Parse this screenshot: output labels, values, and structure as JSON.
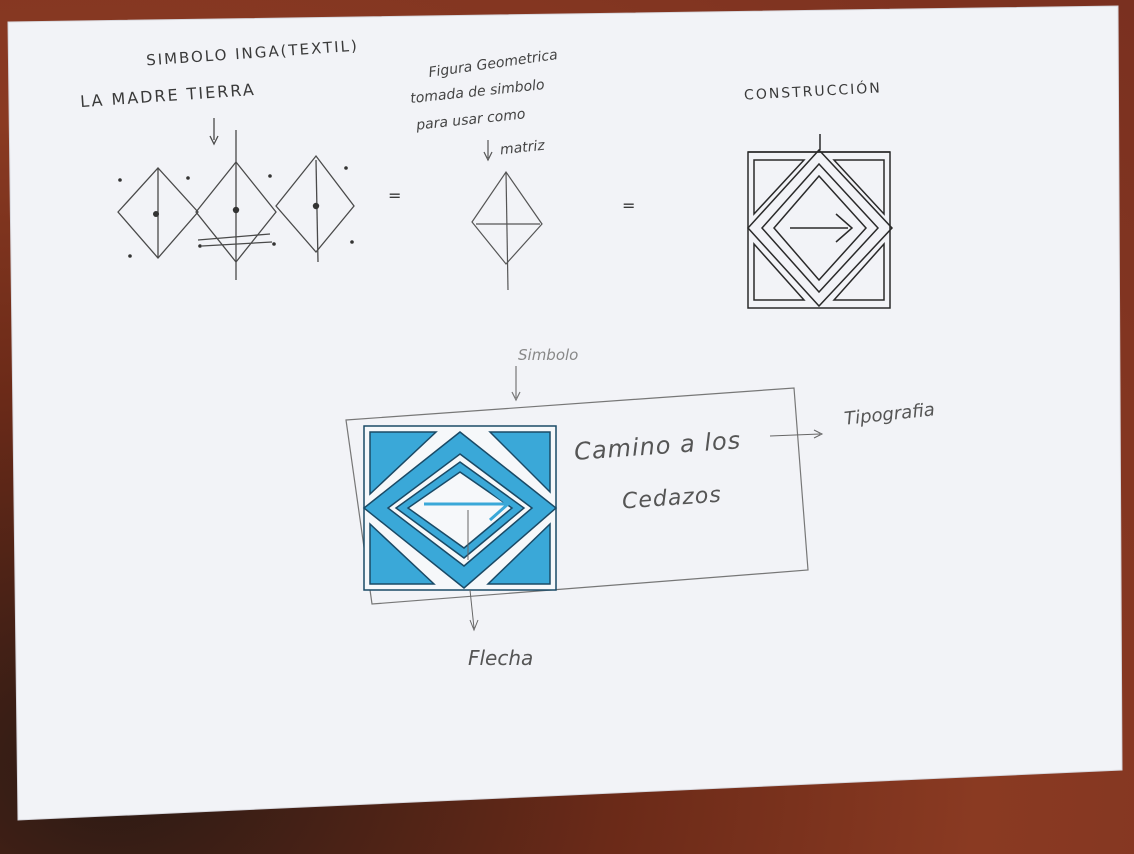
{
  "sketch": {
    "top_left": {
      "title_line1": "SIMBOLO INGA(TEXTIL)",
      "title_line2": "LA MADRE TIERRA"
    },
    "top_middle": {
      "line1": "Figura Geometrica",
      "line2": "tomada de simbolo",
      "line3": "para usar como",
      "line4": "matriz"
    },
    "top_right": {
      "title": "CONSTRUCCIÓN"
    },
    "equals_1": "=",
    "equals_2": "=",
    "logo": {
      "label_top": "Simbolo",
      "text_line1": "Camino a los",
      "text_line2": "Cedazos",
      "label_right": "Tipografia",
      "label_bottom": "Flecha",
      "fill_color": "#3aa8d8",
      "outline_color": "#1a4a66"
    }
  }
}
